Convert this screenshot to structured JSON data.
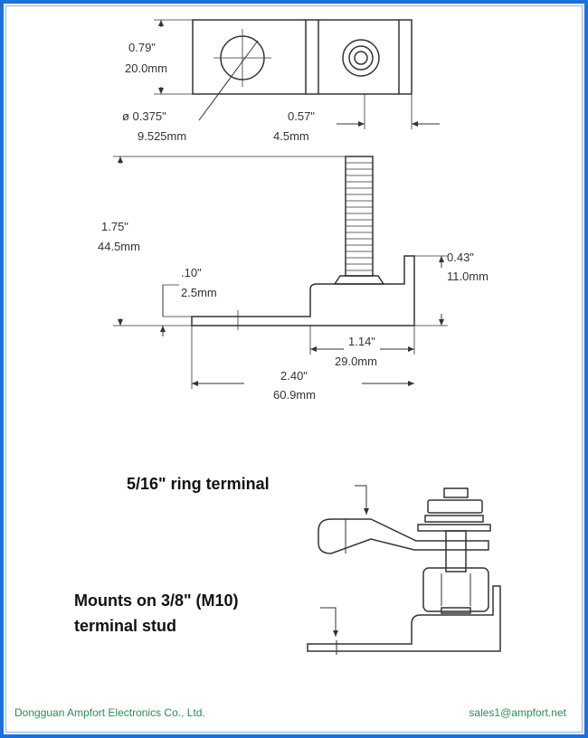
{
  "colors": {
    "frame": "#1e6fd9",
    "footer_text": "#2e8b57",
    "line": "#333333"
  },
  "top_view": {
    "height_in": "0.79\"",
    "height_mm": "20.0mm",
    "hole_in": "ø 0.375\"",
    "hole_mm": "9.525mm",
    "width_in": "0.57\"",
    "width_mm": "4.5mm"
  },
  "side_view": {
    "height_in": "1.75\"",
    "height_mm": "44.5mm",
    "thickness_in": ".10\"",
    "thickness_mm": "2.5mm",
    "tab_in": "0.43\"",
    "tab_mm": "11.0mm",
    "base_in": "1.14\"",
    "base_mm": "29.0mm",
    "length_in": "2.40\"",
    "length_mm": "60.9mm"
  },
  "assembly": {
    "ring_terminal_label": "5/16\" ring terminal",
    "mount_label_line1": "Mounts on 3/8\" (M10)",
    "mount_label_line2": "terminal stud"
  },
  "footer": {
    "company": "Dongguan Ampfort Electronics Co., Ltd.",
    "email": "sales1@ampfort.net"
  }
}
